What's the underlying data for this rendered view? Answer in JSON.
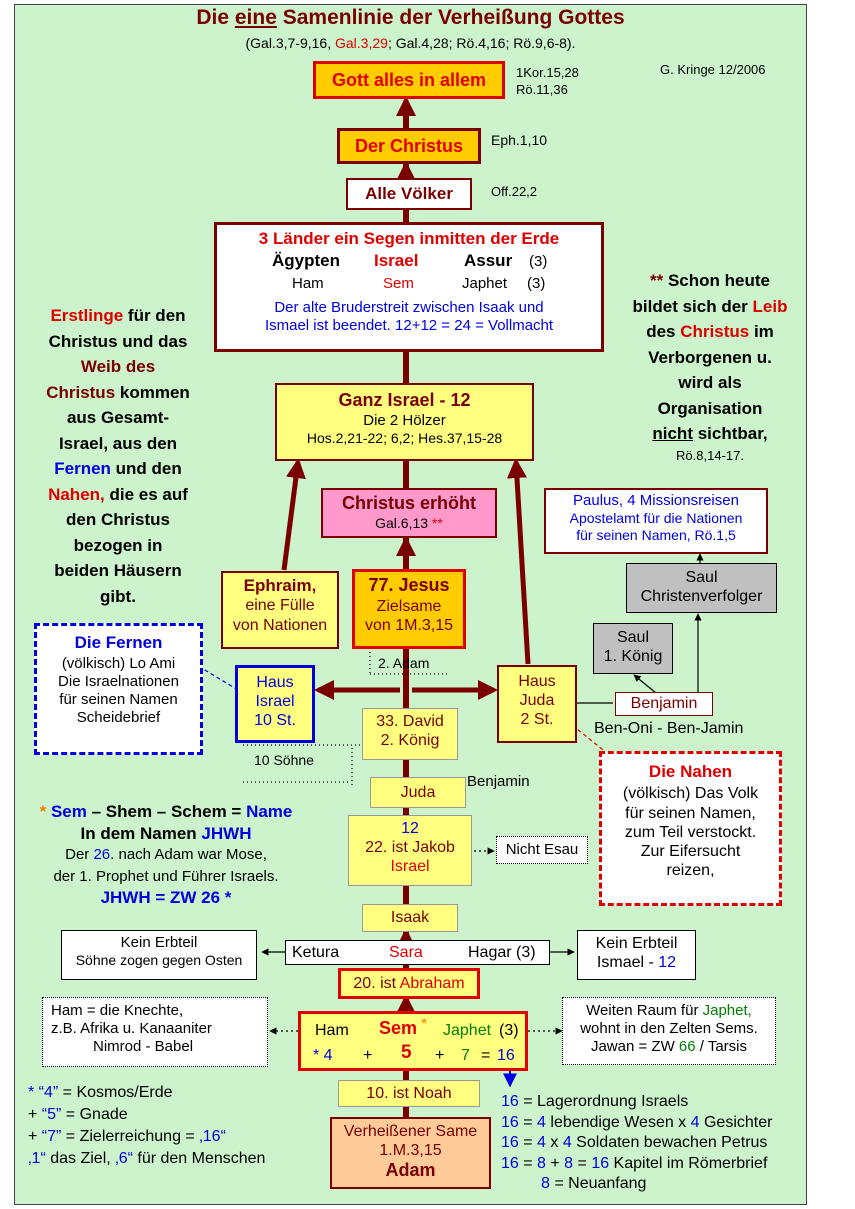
{
  "title": {
    "pre": "Die ",
    "em": "eine",
    "post": " Samenlinie der Verheißung Gottes"
  },
  "refs": {
    "a": "(Gal.3,7-9,16, ",
    "b": "Gal.3,29",
    "c": "; Gal.4,28; Rö.4,16; Rö.9,6-8)."
  },
  "author": "G. Kringe 12/2006",
  "gott": {
    "label": "Gott alles in allem",
    "ref1": "1Kor.15,28",
    "ref2": "Rö.11,36"
  },
  "christus": {
    "label": "Der Christus",
    "ref": "Eph.1,10"
  },
  "voelker": {
    "label": "Alle Völker",
    "ref": "Off.22,2"
  },
  "laender": {
    "title": "3 Länder ein Segen inmitten der Erde",
    "l1": "Ägypten",
    "l2": "Israel",
    "l3": "Assur",
    "n1": "(3)",
    "s1": "Ham",
    "s2": "Sem",
    "s3": "Japhet",
    "n2": "(3)",
    "t1": "Der alte Bruderstreit zwischen Isaak und",
    "t2": "Ismael ist beendet. 12+12 = 24 = Vollmacht"
  },
  "schon": {
    "stars": "**",
    "l1": " Schon heute",
    "l2a": "bildet sich der ",
    "l2b": "Leib",
    "l3a": "des ",
    "l3b": "Christus",
    "l3c": " im",
    "l4": "Verborgenen u.",
    "l5": "wird als",
    "l6": "Organisation",
    "l7a": "nicht",
    "l7b": " sichtbar,",
    "l8": "Rö.8,14-17."
  },
  "erstlinge": {
    "a": "Erstlinge",
    "b": " für den",
    "c": "Christus und das",
    "d": "Weib des",
    "e": "Christus",
    "f": " kommen",
    "g": "aus Gesamt-",
    "h": "Israel, aus den",
    "i": "Fernen",
    "j": " und den",
    "k": "Nahen,",
    "l": " die es auf",
    "m": "den Christus",
    "n": "bezogen in",
    "o": "beiden Häusern",
    "p": "gibt."
  },
  "ganz": {
    "title": "Ganz Israel - 12",
    "l1": "Die 2 Hölzer",
    "l2": "Hos.2,21-22; 6,2; Hes.37,15-28"
  },
  "erhoeht": {
    "title": "Christus erhöht",
    "ref": "Gal.6,13 ",
    "stars": "**"
  },
  "paulus": {
    "l1": "Paulus, 4 Missionsreisen",
    "l2": "Apostelamt für die Nationen",
    "l3": "für seinen Namen, Rö.1,5"
  },
  "saul1": {
    "l1": "Saul",
    "l2": "Christenverfolger"
  },
  "saul2": {
    "l1": "Saul",
    "l2": "1. König"
  },
  "benjamin": {
    "label": "Benjamin",
    "sub": "Ben-Oni - Ben-Jamin"
  },
  "ephraim": {
    "l1": "Ephraim,",
    "l2": "eine Fülle",
    "l3": "von Nationen"
  },
  "jesus": {
    "l1": "77. Jesus",
    "l2": "Zielsame",
    "l3": "von 1M.3,15"
  },
  "adam2": "2. Adam",
  "fernen": {
    "title": "Die Fernen",
    "l1": "(völkisch) Lo Ami",
    "l2": "Die Israelnationen",
    "l3": "für seinen Namen",
    "l4": "Scheidebrief"
  },
  "hausIsrael": {
    "l1": "Haus",
    "l2": "Israel",
    "l3": "10 St."
  },
  "hausJuda": {
    "l1": "Haus",
    "l2": "Juda",
    "l3": "2 St."
  },
  "nahen": {
    "title": "Die Nahen",
    "l1": "(völkisch) Das Volk",
    "l2": "für seinen Namen,",
    "l3": "zum Teil verstockt.",
    "l4": "Zur Eifersucht",
    "l5": "reizen,"
  },
  "david": {
    "l1": "33. David",
    "l2": "2. König"
  },
  "soehne": "10 Söhne",
  "juda": "Juda",
  "benjaminLabel": "Benjamin",
  "jakob": {
    "l1": "12",
    "l2": "22. ist Jakob",
    "l3": "Israel"
  },
  "esau": "Nicht Esau",
  "sem": {
    "star": "* ",
    "l1a": "Sem",
    "l1b": " – Shem – Schem = ",
    "l1c": "Name",
    "l2a": "In dem Namen ",
    "l2b": "JHWH",
    "l3a": "Der ",
    "l3b": "26",
    "l3c": ". nach Adam war Mose,",
    "l4": "der 1. Prophet und Führer Israels.",
    "l5a": "JHWH = ZW 26",
    "l5b": " *"
  },
  "isaak": "Isaak",
  "erbteilL": {
    "l1": "Kein Erbteil",
    "l2": "Söhne zogen gegen Osten"
  },
  "ketura": {
    "a": "Ketura",
    "b": "Sara",
    "c": "Hagar (3)"
  },
  "erbteilR": {
    "l1": "Kein Erbteil",
    "l2a": "Ismael - ",
    "l2b": "12"
  },
  "abraham": {
    "a": "20. ist ",
    "b": "Abraham"
  },
  "ham": {
    "l1": "Ham = die Knechte,",
    "l2": "z.B.  Afrika u. Kanaaniter",
    "l3": "Nimrod - Babel"
  },
  "sons": {
    "ham": "Ham",
    "sem": "Sem",
    "star": "*",
    "japhet": "Japhet",
    "n": "(3)",
    "n1": "* 4",
    "p1": "+",
    "n2": "5",
    "p2": "+",
    "n3": "7",
    "eq": "=",
    "n4": "16"
  },
  "japhet": {
    "l1a": "Weiten Raum für ",
    "l1b": "Japhet,",
    "l2": "wohnt in den Zelten Sems.",
    "l3a": "Jawan = ZW ",
    "l3b": "66",
    "l3c": " / Tarsis"
  },
  "noah": "10. ist Noah",
  "kosmos": {
    "r1a": "*  ",
    "r1b": "“4”",
    "r1c": " = Kosmos/Erde",
    "r2a": "+ ",
    "r2b": "“5”",
    "r2c": " = Gnade",
    "r3a": "+ ",
    "r3b": "“7”",
    "r3c": " = Zielerreichung = ",
    "r3d": "‚16“",
    "r4a": "‚1“",
    "r4b": " das Ziel, ",
    "r4c": "‚6“",
    "r4d": " für den Menschen"
  },
  "adam": {
    "l1": "Verheißener Same",
    "l2": "1.M.3,15",
    "l3": "Adam"
  },
  "sixteen": {
    "r1a": "16",
    "r1b": " = Lagerordnung Israels",
    "r2a": "16",
    "r2b": " = ",
    "r2c": "4",
    "r2d": " lebendige Wesen x ",
    "r2e": "4",
    "r2f": " Gesichter",
    "r3a": "16",
    "r3b": " = ",
    "r3c": "4",
    "r3d": " x ",
    "r3e": "4",
    "r3f": " Soldaten bewachen Petrus",
    "r4a": "16",
    "r4b": " = ",
    "r4c": "8",
    "r4d": " + ",
    "r4e": "8",
    "r4f": " = ",
    "r4g": "16",
    "r4h": " Kapitel im Römerbrief",
    "r5a": "8",
    "r5b": " = Neuanfang"
  },
  "colors": {
    "background": "#ccf3cc",
    "darkred": "#7a0000",
    "red": "#e00000",
    "blue": "#0000e0",
    "yellow": "#ffff80",
    "orange": "#ffcc00",
    "pink": "#ff99cc",
    "gray": "#c0c0c0",
    "salmon": "#ffcc99"
  }
}
